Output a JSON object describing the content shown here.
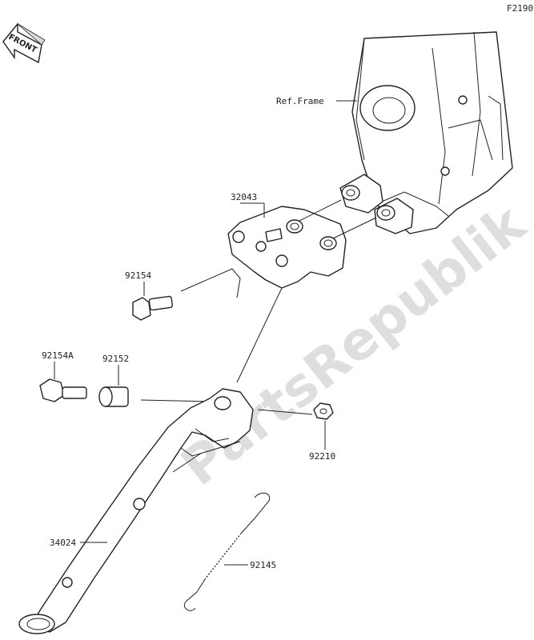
{
  "figure_code": "F2190",
  "front_label": "FRONT",
  "watermark": "PartsRepublik",
  "labels": {
    "ref_frame": "Ref.Frame",
    "bracket": "32043",
    "bolt": "92154",
    "bolt_a": "92154A",
    "collar": "92152",
    "nut": "92210",
    "stand": "34024",
    "spring": "92145"
  }
}
